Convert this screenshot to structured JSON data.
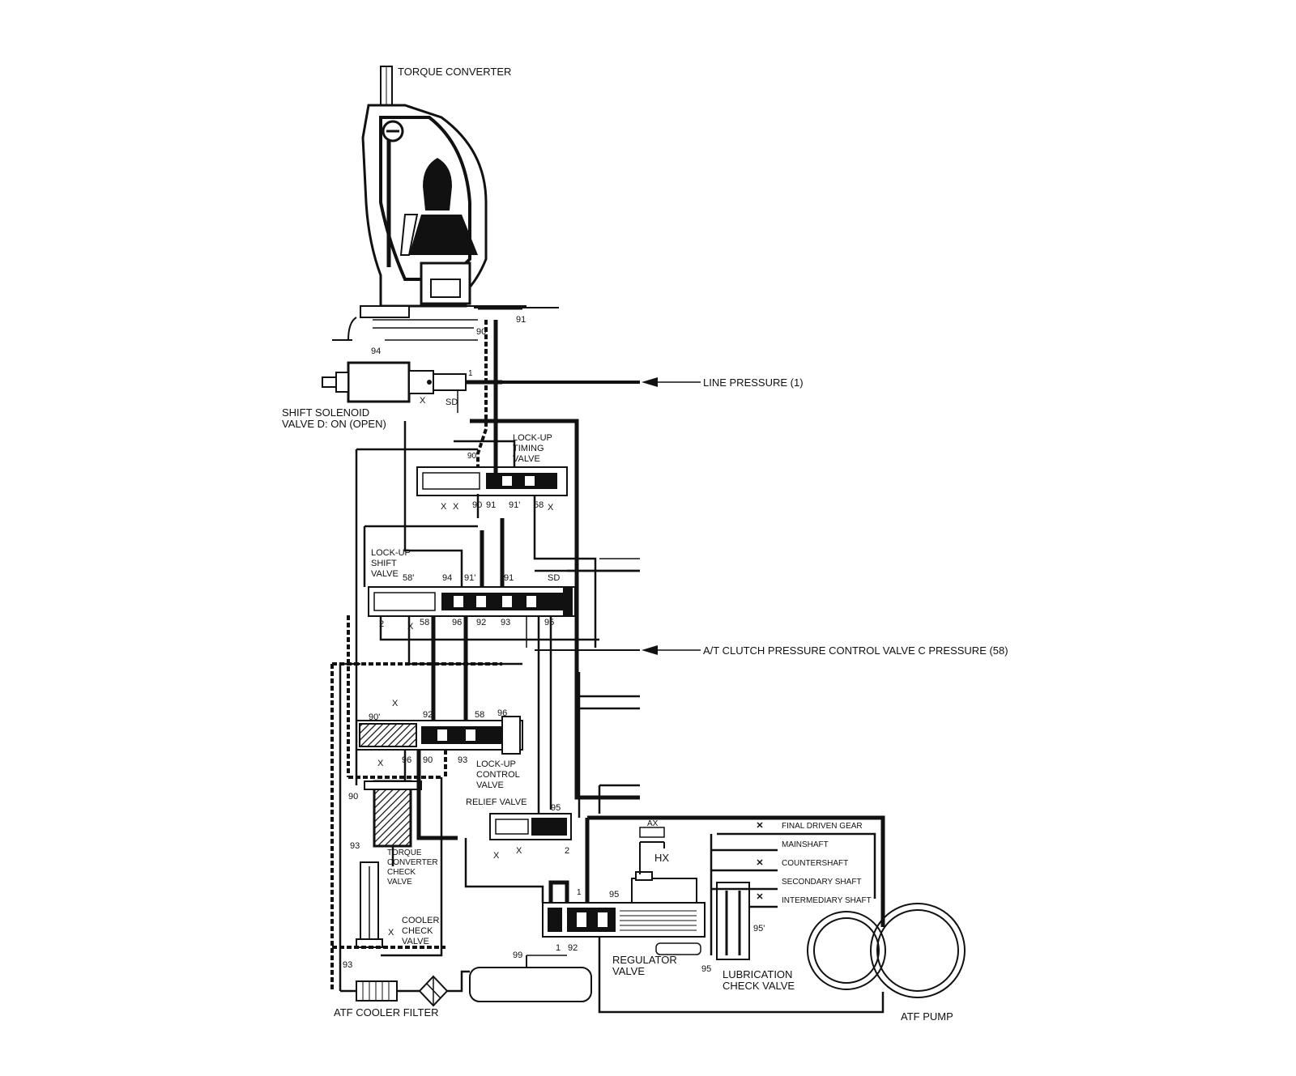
{
  "labels": {
    "torque_converter": "TORQUE CONVERTER",
    "line_pressure": "LINE PRESSURE (1)",
    "clutch_pressure": "A/T CLUTCH PRESSURE CONTROL VALVE C PRESSURE (58)",
    "shift_solenoid_1": "SHIFT SOLENOID",
    "shift_solenoid_2": "VALVE D: ON (OPEN)",
    "lockup_timing_1": "LOCK-UP",
    "lockup_timing_2": "TIMING",
    "lockup_timing_3": "VALVE",
    "lockup_shift_1": "LOCK-UP",
    "lockup_shift_2": "SHIFT",
    "lockup_shift_3": "VALVE",
    "lockup_control_1": "LOCK-UP",
    "lockup_control_2": "CONTROL",
    "lockup_control_3": "VALVE",
    "relief_valve": "RELIEF VALVE",
    "tc_check_1": "TORQUE",
    "tc_check_2": "CONVERTER",
    "tc_check_3": "CHECK",
    "tc_check_4": "VALVE",
    "cooler_check_1": "COOLER",
    "cooler_check_2": "CHECK",
    "cooler_check_3": "VALVE",
    "atf_cooler_filter": "ATF COOLER FILTER",
    "regulator_1": "REGULATOR",
    "regulator_2": "VALVE",
    "lubrication_1": "LUBRICATION",
    "lubrication_2": "CHECK VALVE",
    "atf_pump": "ATF PUMP",
    "final_driven_gear": "FINAL DRIVEN GEAR",
    "mainshaft": "MAINSHAFT",
    "countershaft": "COUNTERSHAFT",
    "secondary_shaft": "SECONDARY SHAFT",
    "intermediary_shaft": "INTERMEDIARY SHAFT"
  },
  "ports": {
    "p90_top": "90",
    "p91_top": "91",
    "p94_top": "94",
    "p1_sol": "1",
    "px_sol": "X",
    "psd_sol": "SD",
    "p90_small": "90",
    "t_x1": "X",
    "t_x2": "X",
    "t_90": "90",
    "t_91": "91",
    "t_91p": "91'",
    "t_58": "58",
    "t_x3": "X",
    "s_58p": "58'",
    "s_94": "94",
    "s_91p": "91'",
    "s_91": "91",
    "s_sd": "SD",
    "s_2": "2",
    "s_x": "X",
    "s_58": "58",
    "s_96": "96",
    "s_92": "92",
    "s_93": "93",
    "s_95": "95",
    "c_x_top": "X",
    "c_90p": "90'",
    "c_92": "92",
    "c_58": "58",
    "c_96_top": "96",
    "c_x": "X",
    "c_96": "96",
    "c_90": "90",
    "c_93": "93",
    "r_95": "95",
    "r_x1": "X",
    "r_x2": "X",
    "r_2": "2",
    "tc_90": "90",
    "tc_93": "93",
    "cc_x": "X",
    "cc_93": "93",
    "ax": "AX",
    "hx": "HX",
    "reg_95": "95",
    "reg_1_top": "1",
    "reg_1": "1",
    "reg_92": "92",
    "lub_95p": "95'",
    "lub_95": "95",
    "p99": "99"
  }
}
